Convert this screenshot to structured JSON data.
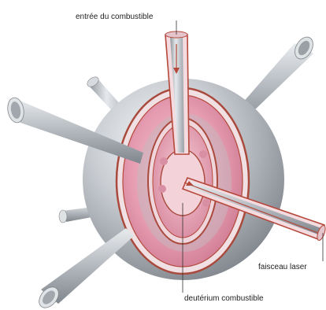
{
  "labels": {
    "fuel_inlet": "entrée du combustible",
    "laser_beam": "faisceau laser",
    "deuterium_fuel": "deutérium combustible"
  },
  "colors": {
    "sphere_shell": "#c9cdd2",
    "chamber_pink": "#e7a3b5",
    "shell_outline": "#b5483a",
    "pipe_metal": "#b8bcc1",
    "leader_line": "#333333"
  },
  "icons": {
    "pipe": "metal-tube",
    "chamber": "spherical-chamber"
  }
}
